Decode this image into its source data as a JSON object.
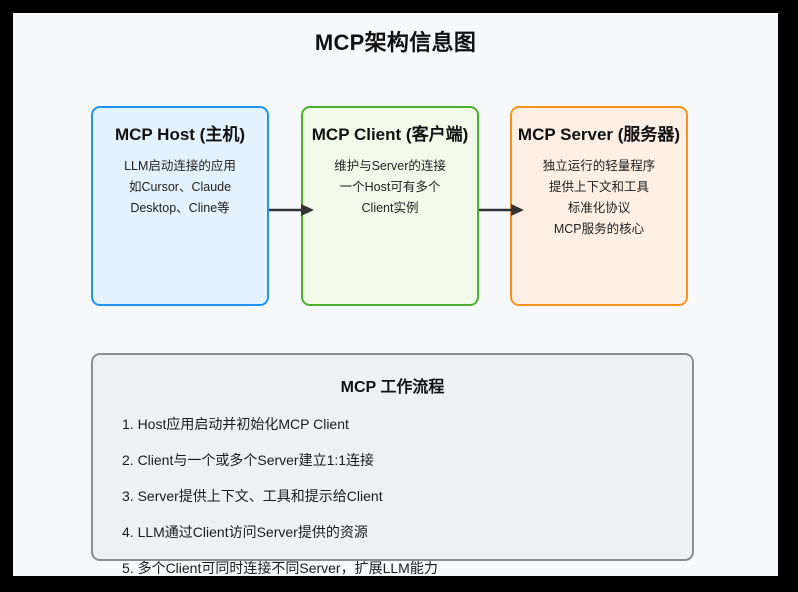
{
  "page": {
    "title": "MCP架构信息图",
    "background_color": "#f7f8fa",
    "frame_color": "#000000"
  },
  "nodes": [
    {
      "id": "mcp-host",
      "title": "MCP Host (主机)",
      "lines": [
        "LLM启动连接的应用",
        "如Cursor、Claude",
        "Desktop、Cline等"
      ],
      "border_color": "#1e94f0",
      "fill_color": "#e3f2fd"
    },
    {
      "id": "mcp-client",
      "title": "MCP Client (客户端)",
      "lines": [
        "维护与Server的连接",
        "一个Host可有多个",
        "Client实例"
      ],
      "border_color": "#49b02e",
      "fill_color": "#f2fbe9"
    },
    {
      "id": "mcp-server",
      "title": "MCP Server (服务器)",
      "lines": [
        "独立运行的轻量程序",
        "提供上下文和工具",
        "标准化协议",
        "MCP服务的核心"
      ],
      "border_color": "#f2941f",
      "fill_color": "#fdefe3"
    }
  ],
  "connectors": [
    {
      "id": "host-to-client",
      "from": "mcp-host",
      "to": "mcp-client",
      "color": "#333333"
    },
    {
      "id": "client-to-server",
      "from": "mcp-client",
      "to": "mcp-server",
      "color": "#333333"
    }
  ],
  "workflow": {
    "title": "MCP 工作流程",
    "border_color": "#8a8d91",
    "fill_color": "#eff0f2",
    "steps": [
      "1. Host应用启动并初始化MCP Client",
      "2. Client与一个或多个Server建立1:1连接",
      "3. Server提供上下文、工具和提示给Client",
      "4. LLM通过Client访问Server提供的资源",
      "5. 多个Client可同时连接不同Server，扩展LLM能力"
    ]
  }
}
